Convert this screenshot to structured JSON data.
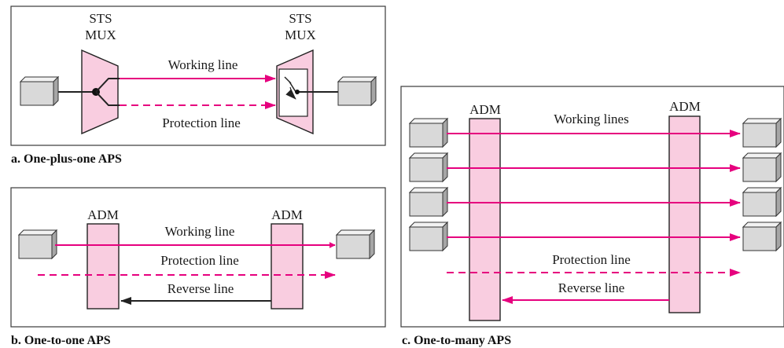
{
  "colors": {
    "line": "#e6007e",
    "device_fill": "#f9cde0",
    "host_face": "#d9d9d9",
    "outline": "#222222"
  },
  "panel_a": {
    "left_device": [
      "STS",
      "MUX"
    ],
    "right_device": [
      "STS",
      "MUX"
    ],
    "working": "Working line",
    "protection": "Protection line",
    "caption": "a. One-plus-one APS"
  },
  "panel_b": {
    "left_device": "ADM",
    "right_device": "ADM",
    "working": "Working line",
    "protection": "Protection line",
    "reverse": "Reverse line",
    "caption": "b. One-to-one APS"
  },
  "panel_c": {
    "left_device": "ADM",
    "right_device": "ADM",
    "working": "Working lines",
    "protection": "Protection line",
    "reverse": "Reverse line",
    "caption": "c. One-to-many APS"
  }
}
